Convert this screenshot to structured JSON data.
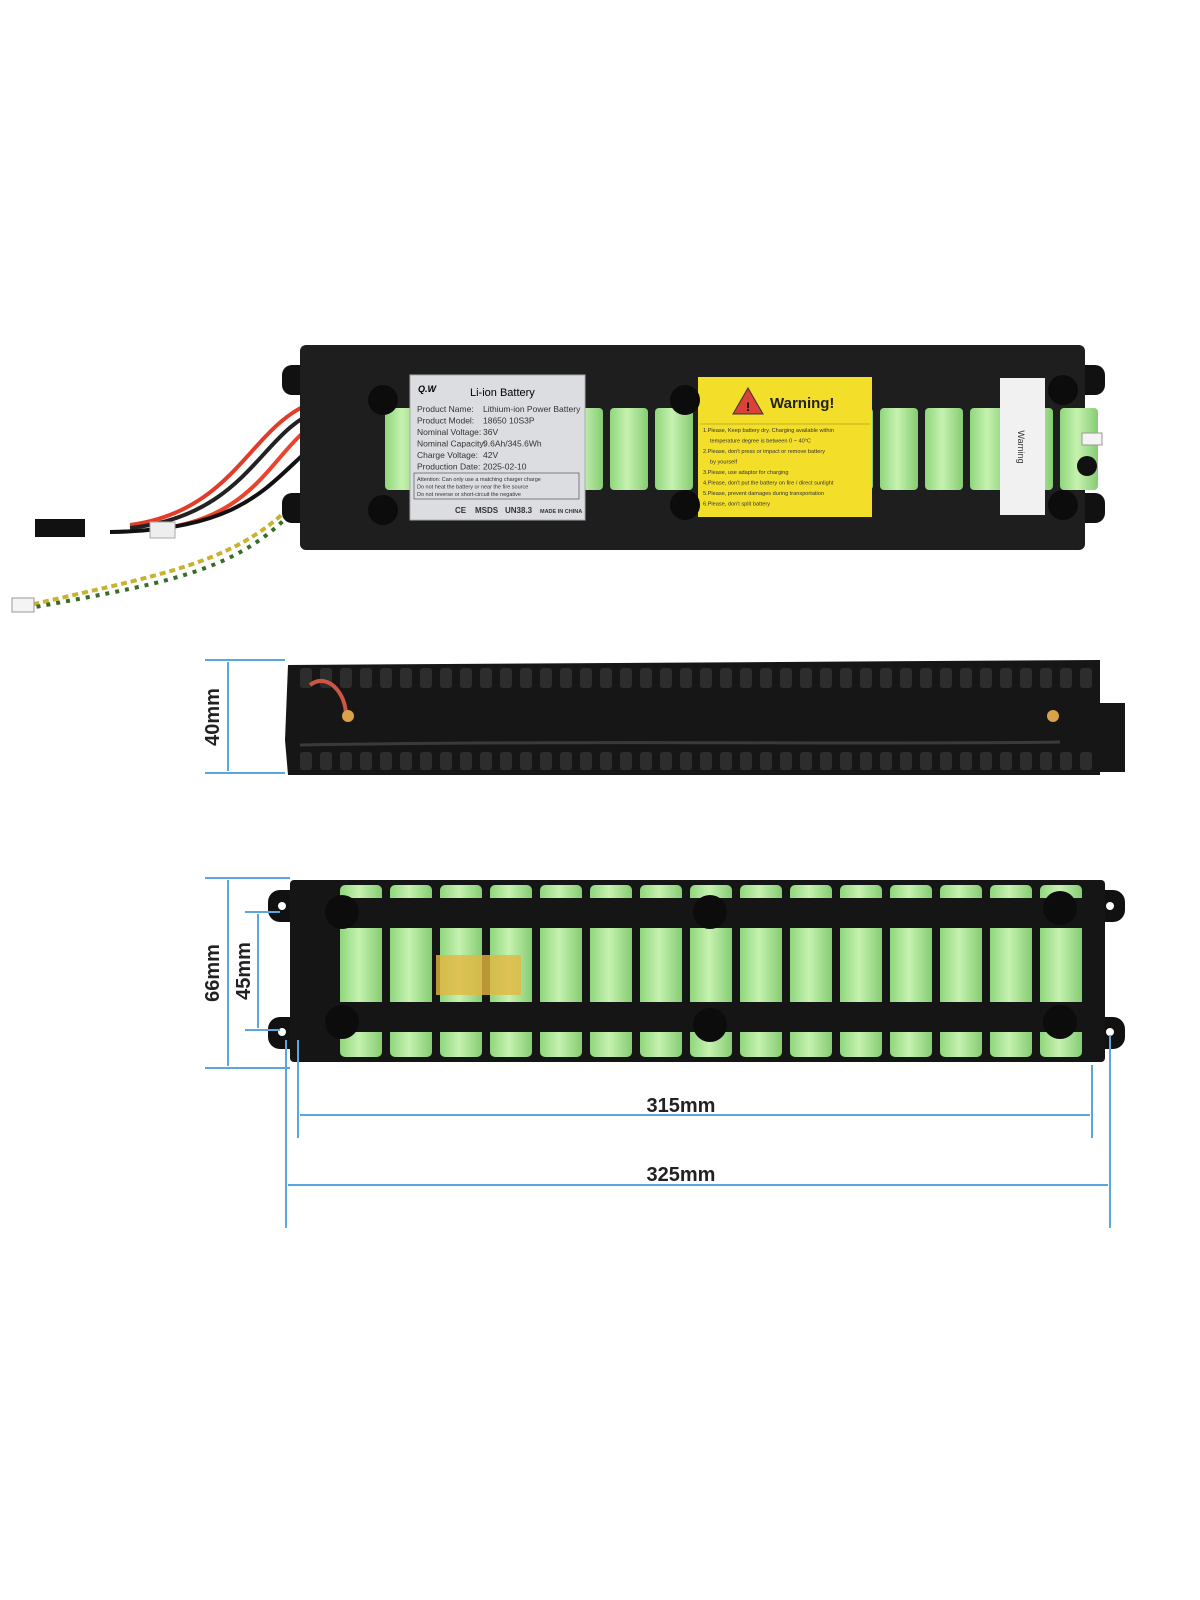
{
  "top_pack": {
    "spec_label": {
      "brand": "Q.W",
      "title": "Li-ion Battery",
      "rows": [
        {
          "key": "Product Name:",
          "value": "Lithium-ion Power Battery"
        },
        {
          "key": "Product Model:",
          "value": "18650 10S3P"
        },
        {
          "key": "Nominal Voltage:",
          "value": "36V"
        },
        {
          "key": "Nominal Capacity:",
          "value": "9.6Ah/345.6Wh"
        },
        {
          "key": "Charge Voltage:",
          "value": "42V"
        },
        {
          "key": "Production Date:",
          "value": "2025-02-10"
        }
      ],
      "attention": [
        "Attention:  Can only use a matching charger charge",
        "Do not heat the battery or near the fire source",
        "Do not reverse or short-circuit the negative"
      ],
      "footer": [
        "CE",
        "MSDS",
        "UN38.3",
        "MADE IN CHINA"
      ]
    },
    "warning_label": {
      "title": "Warning!",
      "items": [
        "1.Please, Keep battery dry. Charging available within",
        "temperature degree is between 0 ~ 40°C",
        "2.Please, don't press or impact or remove battery",
        "by yourself",
        "3.Please, use adaptor for charging",
        "4.Please, don't put the battery on fire / direct sunlight",
        "5.Please, prevent damages during transportation",
        "6.Please, don't split battery"
      ]
    },
    "side_label": "Warning"
  },
  "dimensions": {
    "thickness": "40mm",
    "width_outer": "66mm",
    "width_inner": "45mm",
    "length_inner": "315mm",
    "length_outer": "325mm"
  },
  "colors": {
    "dimension_line": "#5aa6de",
    "cell_green": "#b5eca0",
    "warning_yellow": "#f3de2a",
    "frame": "#1a1a1a"
  }
}
